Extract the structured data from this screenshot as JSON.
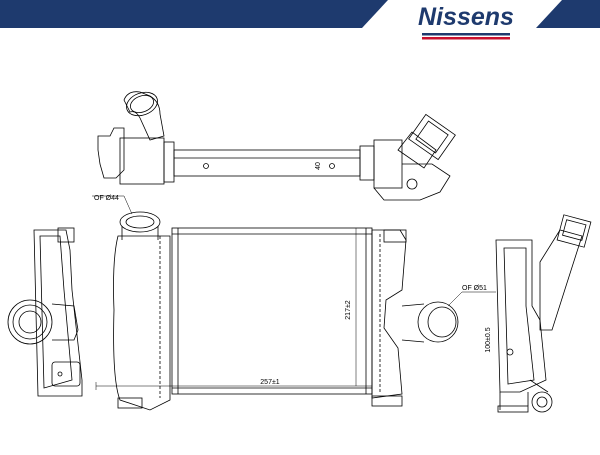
{
  "brand": {
    "name": "Nissens",
    "colors": {
      "navy": "#1e3a6e",
      "red": "#c8102e"
    }
  },
  "labels": {
    "inlet_diameter": "OF Ø44",
    "outlet_diameter": "OF Ø51",
    "top_height": "40",
    "core_height": "217±2",
    "core_width": "257±1",
    "side_dim": "100±0.5"
  }
}
